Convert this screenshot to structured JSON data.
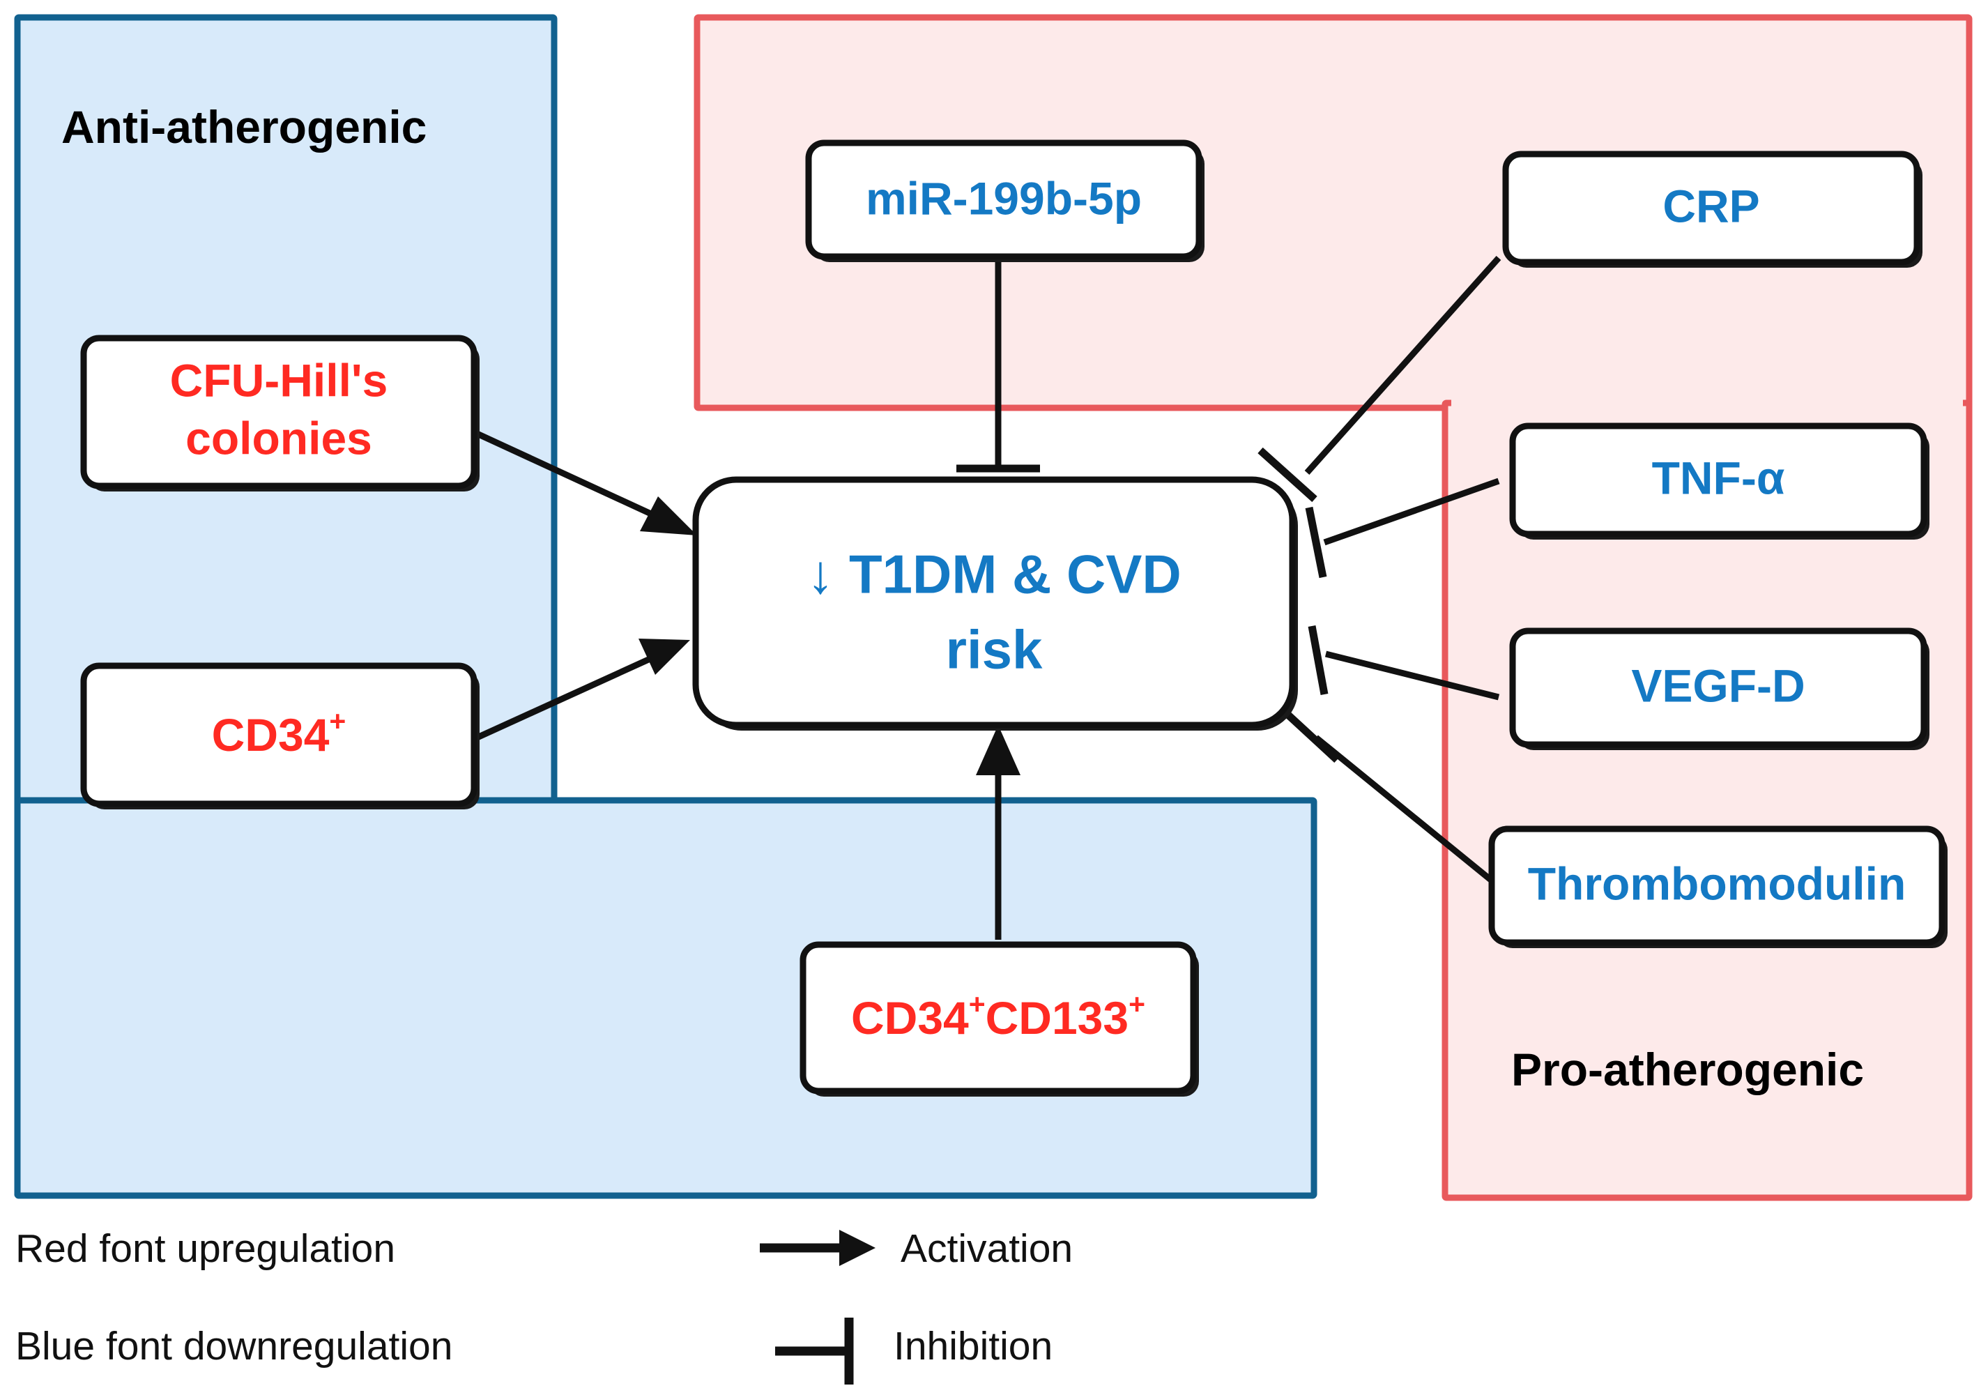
{
  "figure": {
    "title_text_present": false,
    "background": "#ffffff"
  },
  "colors": {
    "anti_atherogenic_fill": "#d8eafa",
    "anti_atherogenic_stroke": "#11618f",
    "pro_atherogenic_fill": "#fdeaea",
    "pro_atherogenic_stroke": "#e8595c",
    "node_stroke": "#111111",
    "node_fill": "#ffffff",
    "upregulated_text": "#ff2a22",
    "downregulated_text": "#1479c4",
    "connector": "#111111"
  },
  "regions": [
    {
      "id": "anti",
      "label": "Anti-atherogenic"
    },
    {
      "id": "pro",
      "label": "Pro-atherogenic"
    }
  ],
  "center": {
    "id": "center",
    "label": "↓ T1DM & CVD risk",
    "line1": "↓ T1DM & CVD",
    "line2": "risk",
    "arrow_glyph": "↓",
    "regulation": "down",
    "color": "#1479c4"
  },
  "nodes": [
    {
      "id": "cfu-hills-colonies",
      "line1": "CFU-Hill's",
      "line2": "colonies",
      "regulation": "up",
      "color": "#ff2a22",
      "group": "anti-atherogenic",
      "edge": "activation"
    },
    {
      "id": "cd34",
      "line1": "CD34",
      "sup1": "+",
      "regulation": "up",
      "color": "#ff2a22",
      "group": "anti-atherogenic",
      "edge": "activation"
    },
    {
      "id": "cd34-cd133",
      "line1": "CD34",
      "sup1": "+",
      "line2": "CD133",
      "sup2": "+",
      "regulation": "up",
      "color": "#ff2a22",
      "group": "anti-atherogenic",
      "edge": "activation"
    },
    {
      "id": "mir-199b-5p",
      "line1": "miR-199b-5p",
      "regulation": "down",
      "color": "#1479c4",
      "group": "pro-atherogenic",
      "edge": "inhibition"
    },
    {
      "id": "crp",
      "line1": "CRP",
      "regulation": "down",
      "color": "#1479c4",
      "group": "pro-atherogenic",
      "edge": "inhibition"
    },
    {
      "id": "tnf-alpha",
      "line1": "TNF-α",
      "regulation": "down",
      "color": "#1479c4",
      "group": "pro-atherogenic",
      "edge": "inhibition"
    },
    {
      "id": "vegf-d",
      "line1": "VEGF-D",
      "regulation": "down",
      "color": "#1479c4",
      "group": "pro-atherogenic",
      "edge": "inhibition"
    },
    {
      "id": "thrombomodulin",
      "line1": "Thrombomodulin",
      "regulation": "down",
      "color": "#1479c4",
      "group": "pro-atherogenic",
      "edge": "inhibition"
    }
  ],
  "legend": {
    "red_font": "Red font upregulation",
    "blue_font": "Blue font downregulation",
    "activation": "Activation",
    "inhibition": "Inhibition"
  }
}
